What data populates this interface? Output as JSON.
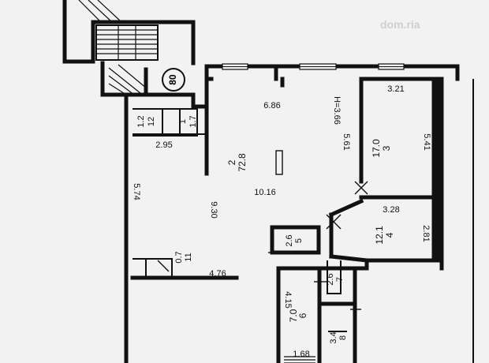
{
  "watermark": "dom.ria",
  "marker": "80",
  "ceiling_height": "H=3.66",
  "rooms": [
    {
      "id": "1",
      "area": "1.7",
      "rot": -90
    },
    {
      "id": "12",
      "area": "1.2",
      "rot": -90
    },
    {
      "id": "2",
      "area": "72.8",
      "rot": -90
    },
    {
      "id": "3",
      "area": "17.0",
      "rot": -90
    },
    {
      "id": "4",
      "area": "12.1",
      "rot": -90
    },
    {
      "id": "5",
      "area": "2.6",
      "rot": 0
    },
    {
      "id": "7",
      "area": "2.6",
      "rot": -90
    },
    {
      "id": "6",
      "area": "7.0",
      "rot": -90
    },
    {
      "id": "8",
      "area": "3.4",
      "rot": -90
    },
    {
      "id": "11",
      "area": "0.7",
      "rot": -90
    }
  ],
  "dimensions": [
    "6.86",
    "2.95",
    "10.16",
    "9.30",
    "5.74",
    "5.61",
    "3.21",
    "5.41",
    "3.28",
    "2.81",
    "4.76",
    "4.15",
    "1.68"
  ]
}
